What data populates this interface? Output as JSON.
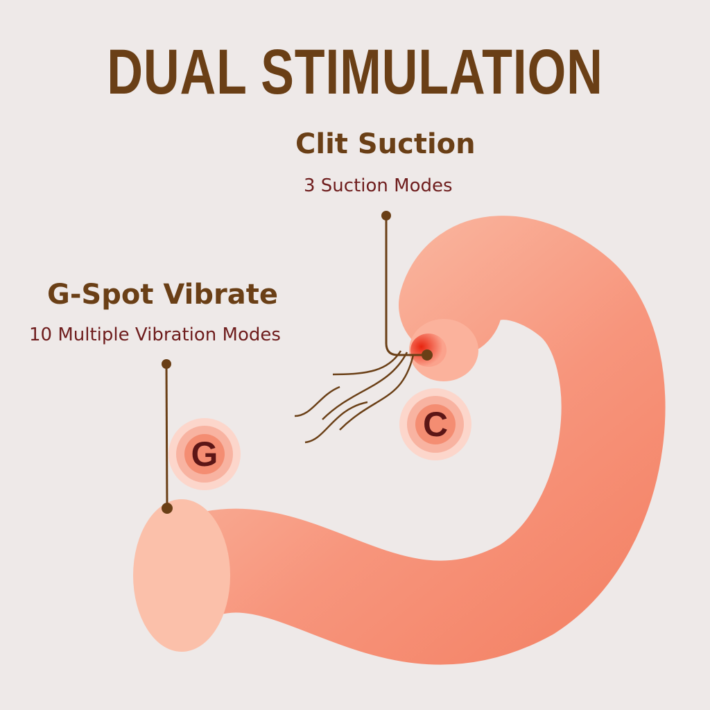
{
  "title": "DUAL STIMULATION",
  "clit": {
    "heading": "Clit Suction",
    "subheading": "3 Suction Modes",
    "badge": "C"
  },
  "gspot": {
    "heading": "G-Spot Vibrate",
    "subheading": "10 Multiple Vibration Modes",
    "badge": "G"
  },
  "colors": {
    "title": "#6a3f16",
    "subtext": "#6e1c1c",
    "product": "#f7a08a",
    "background": "#eee9e8"
  }
}
